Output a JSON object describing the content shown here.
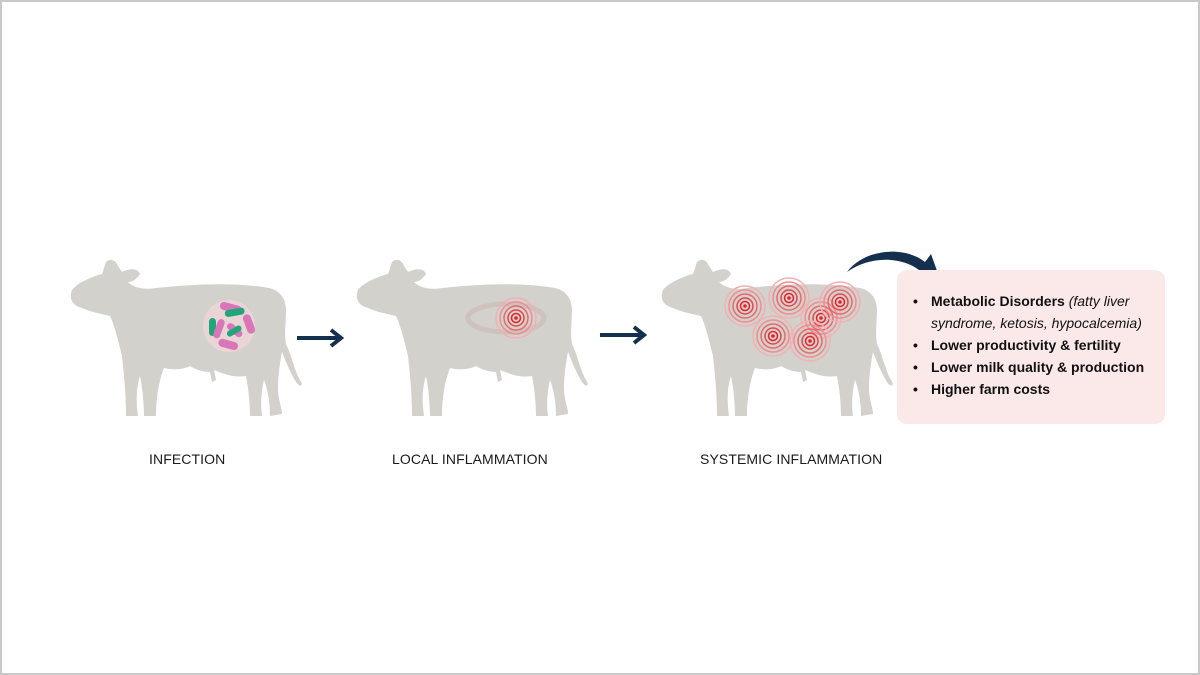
{
  "stages": [
    {
      "label": "INFECTION",
      "marker": "bacteria-cluster"
    },
    {
      "label": "LOCAL INFLAMMATION",
      "marker": "single-inflammation-ring"
    },
    {
      "label": "SYSTEMIC INFLAMMATION",
      "marker": "multiple-inflammation-rings"
    }
  ],
  "colors": {
    "cow": "#d3d1cc",
    "arrow": "#15304f",
    "inflammation": "#e8202a",
    "bacteria_pink": "#d976b8",
    "bacteria_green": "#1fa67a",
    "box_bg": "#fbe9e9"
  },
  "consequences": {
    "items": [
      {
        "bold": "Metabolic Disorders",
        "italic": " (fatty liver syndrome, ketosis, hypocalcemia)"
      },
      {
        "bold": "Lower productivity & fertility",
        "italic": ""
      },
      {
        "bold": "Lower milk quality & production",
        "italic": ""
      },
      {
        "bold": "Higher farm costs",
        "italic": ""
      }
    ]
  }
}
